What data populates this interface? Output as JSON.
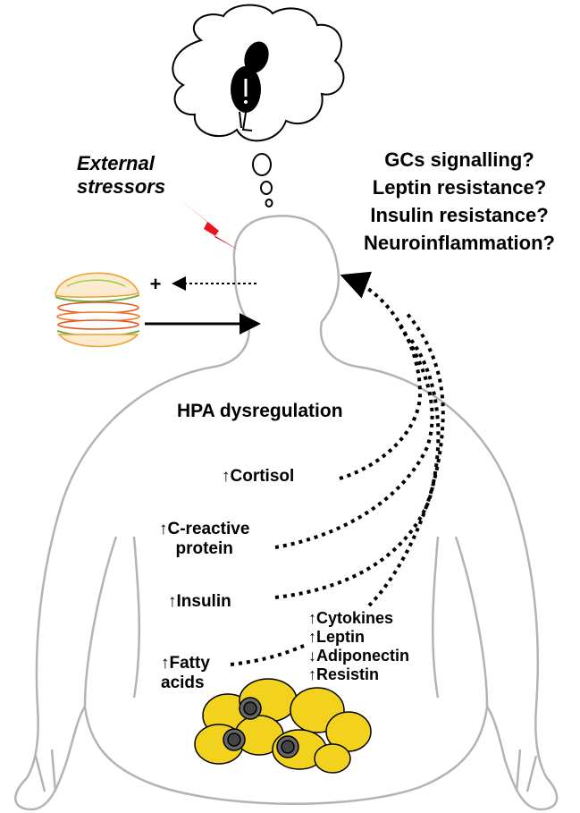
{
  "labels": {
    "external": [
      "External",
      "stressors"
    ],
    "questions": [
      "GCs signalling?",
      "Leptin resistance?",
      "Insulin resistance?",
      "Neuroinflammation?"
    ],
    "plus": "+",
    "hpa": "HPA dysregulation",
    "cortisol": "↑Cortisol",
    "crp": [
      "↑C-reactive",
      "protein"
    ],
    "insulin": "↑Insulin",
    "fatty": [
      "↑Fatty",
      "acids"
    ],
    "adipo": [
      "↑Cytokines",
      "↑Leptin",
      "↓Adiponectin",
      "↑Resistin"
    ]
  },
  "colors": {
    "body_outline": "#b3b3b3",
    "lightning": "#e8141c",
    "fat_cell": "#f3d21e",
    "nucleus": "#666666"
  },
  "icons": [
    "thought-cloud",
    "thinking-person",
    "lightning-bolt",
    "burger",
    "fat-cells",
    "body-silhouette"
  ]
}
